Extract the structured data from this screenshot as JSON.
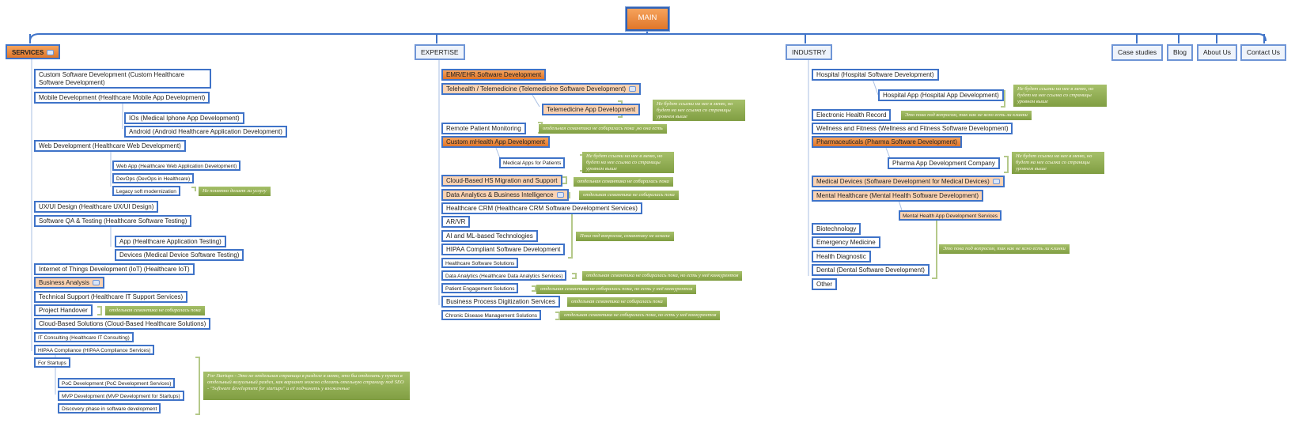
{
  "main_label": "MAIN",
  "columns": {
    "services": {
      "title": "SERVICES",
      "items": [
        "Custom Software Development (Custom Healthcare Software Development)",
        "Mobile Development (Healthcare Mobile App Development)",
        "IOs (Medical Iphone App Development)",
        "Android (Android Healthcare Application Development)",
        "Web Development (Healthcare Web Development)",
        "Web App (Healthcare Web Application Development)",
        "DevOps (DevOps in Healthcare)",
        "Legacy soft modernization",
        "UX/UI Design (Healthcare UX/UI Design)",
        "Software QA & Testing (Healthcare Software Testing)",
        "App (Healthcare Application Testing)",
        "Devices (Medical Device Software Testing)",
        "Internet of Things Development (IoT) (Healthcare IoT)",
        "Business Analysis",
        "Technical Support (Healthcare IT Support Services)",
        "Project Handover",
        "Cloud-Based Solutions (Cloud-Based Healthcare Solutions)",
        "IT Consulting (Healthcare IT Consulting)",
        "HIPAA Compliance (HIPAA Compliance Services)",
        "For Startups",
        "PoC Development (PoC Development Services)",
        "MVP Development (MVP Development for Startups)",
        "Discovery phase in software development"
      ]
    },
    "expertise": {
      "title": "EXPERTISE",
      "items": [
        "EMR/EHR Software Development",
        "Telehealth / Telemedicine (Telemedicine Software Development)",
        "Telemedicine App Development",
        "Remote Patient Monitoring",
        "Custom mHealth App Development",
        "Medical Apps for Patients",
        "Cloud-Based HS Migration and Support",
        "Data Analytics & Business Intelligence",
        "Healthcare CRM (Healthcare CRM Software Development Services)",
        "AR/VR",
        "AI and ML-based Technologies",
        "HIPAA Compliant Software Development",
        "Healthcare Software Solutions",
        "Data Analytics (Healthcare Data Analytics Services)",
        "Patient Engagement Solutions",
        "Business Process Digitization Services",
        "Chronic Disease Management Solutions"
      ]
    },
    "industry": {
      "title": "INDUSTRY",
      "items": [
        "Hospital (Hospital Software Development)",
        "Hospital App (Hospital App Development)",
        "Electronic Health Record",
        "Wellness and Fitness (Wellness and Fitness Software Development)",
        "Pharmaceuticals (Pharma Software Development)",
        "Pharma App Development Company",
        "Medical Devices (Software Development for Medical Devices)",
        "Mental Healthcare (Mental Health Software Development)",
        "Mental Health App Development Services",
        "Biotechnology",
        "Emergency Medicine",
        "Health Diagnostic",
        "Dental (Dental Software Development)",
        "Other"
      ]
    }
  },
  "top_links": [
    "Case studies",
    "Blog",
    "About Us",
    "Contact Us"
  ],
  "notes": {
    "legacy": "Не понятно делает ли услугу",
    "handover": "отдельная семантика не собиралась пока",
    "startups": "For Startups - Это не отдельная страница в разделе в меню, это бы отделить у пунта в отдельный визуальный раздел, как вариант можно сделать отельную страницу под SEO - \"Software development for startups\" и её подчинить у вложенные",
    "telemed_app": "Не будет ссылки на нее в меню, но будет на нее ссылка со страницы уровнем выше",
    "rpm": "отдельная семантика не собиралась пока ,но она есть",
    "med_apps": "Не будет ссылки на нее в меню, но будет на нее ссылка со страницы уровнем выше",
    "cloud_hs": "отдельная семантика не собиралась пока",
    "data_bi": "отдельная семантика не собиралась пока",
    "ar_group": "Пока под вопросом, семантику не искали",
    "data_analytics": "отдельная семантика не собиралась пока, но есть у неё конкурентов",
    "patient_eng": "отдельная семантика не собиралась пока, но есть у неё конкурентов",
    "bpd": "отдельная семантика не собиралась пока",
    "chronic": "отдельная семантика не собиралась пока, но есть у неё конкурентов",
    "hospital_app": "Не будет ссылки на нее в меню, но будет на нее ссылка со страницы уровнем выше",
    "ehr": "Это пока под вопросом, так как не ясно есть ли клинки",
    "pharma_app": "Не будет ссылки на нее в меню, но будет на нее ссылка со страницы уровнем выше",
    "bio_group": "Это пока под вопросом, так как не ясно есть ли клинки"
  },
  "colors": {
    "connector": "#3f73c8",
    "orange_node": "#e0762a",
    "peach_node": "#fbd3b3",
    "note_green": "#8fab52"
  }
}
